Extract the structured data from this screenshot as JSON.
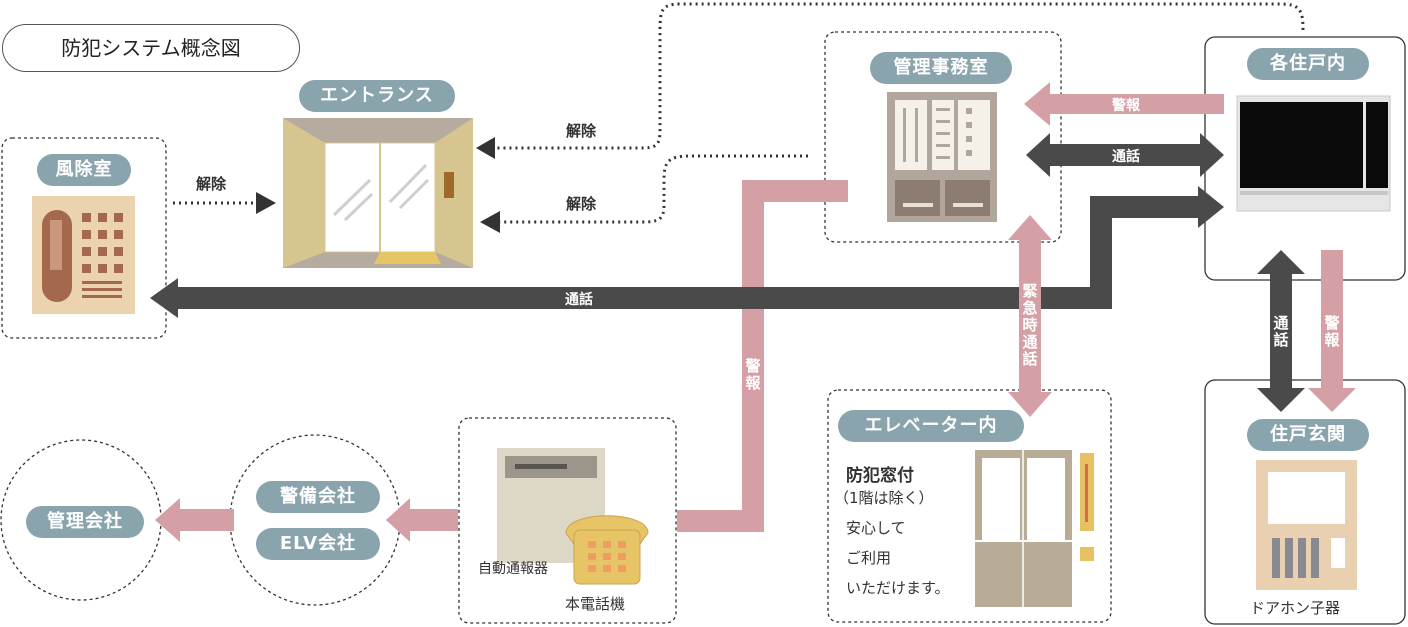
{
  "title": "防犯システム概念図",
  "nodes": {
    "entrance": "エントランス",
    "windbreak": "風除室",
    "office": "管理事務室",
    "each_unit": "各住戸内",
    "unit_entry": "住戸玄関",
    "elevator": "エレベーター内",
    "security_co": "警備会社",
    "elv_co": "ELV会社",
    "management_co": "管理会社"
  },
  "edges": {
    "release_windbreak": "解除",
    "release_upper": "解除",
    "release_lower": "解除",
    "alarm_unit_office": "警報",
    "call_unit_office": "通話",
    "call_main": "通話",
    "alarm_vertical": "警報",
    "emergency_call": "緊急時通話",
    "call_unit_entry": "通話",
    "alarm_unit_entry": "警報"
  },
  "devices": {
    "auto_reporter": "自動通報器",
    "main_phone": "本電話機",
    "door_phone": "ドアホン子器"
  },
  "elevator_note": {
    "heading": "防犯窓付",
    "line1": "（1階は除く）",
    "line2": "安心して",
    "line3": "ご利用",
    "line4": "いただけます。"
  },
  "colors": {
    "pink": "#d4a0a6",
    "dark": "#4a4a4a",
    "pill": "#8aa4ad"
  }
}
